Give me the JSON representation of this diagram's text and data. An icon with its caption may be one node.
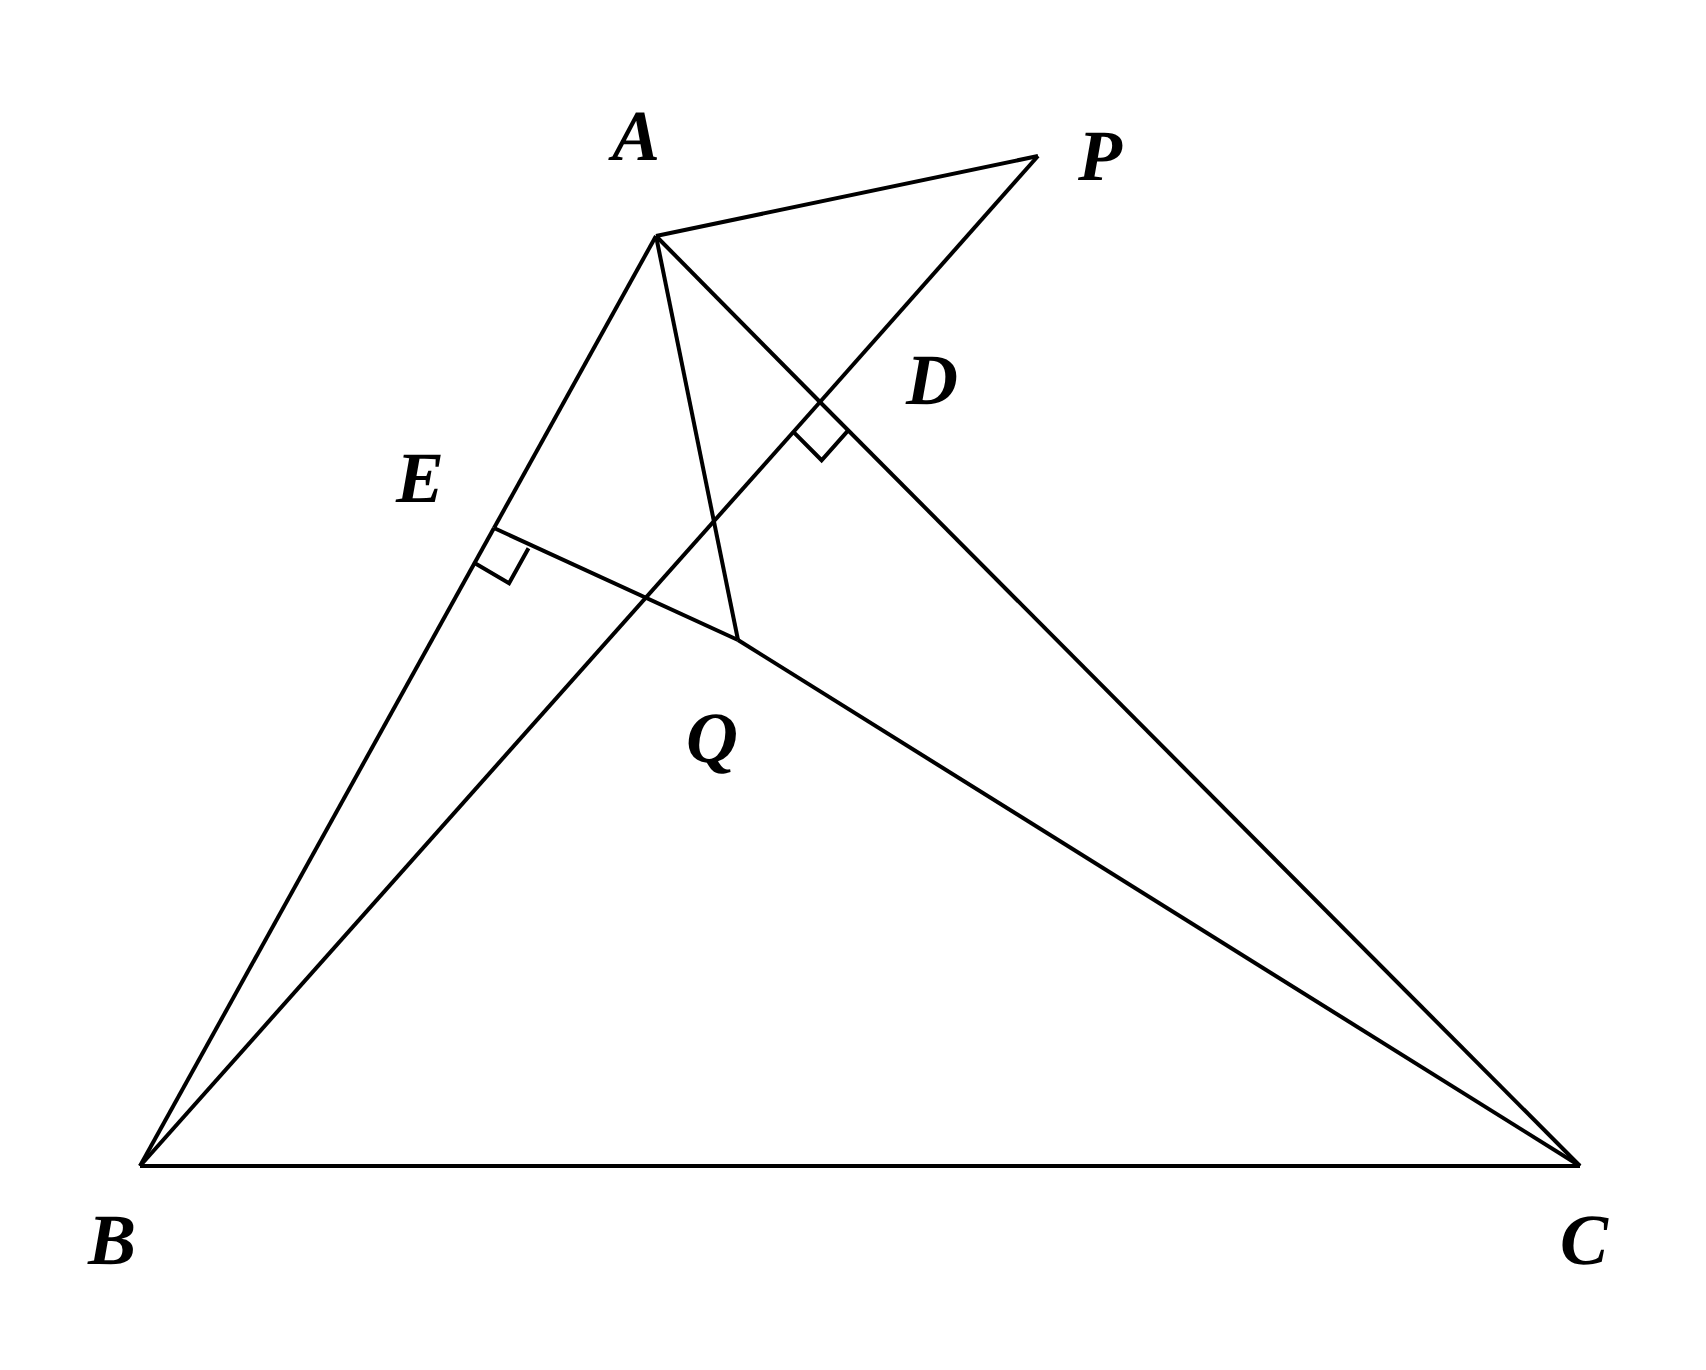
{
  "diagram": {
    "nodes": [
      {
        "text": [
          "A"
        ]
      },
      {
        "text": [
          "P"
        ]
      },
      {
        "text": [
          "D"
        ]
      },
      {
        "text": [
          "E"
        ]
      },
      {
        "text": [
          "Q"
        ]
      },
      {
        "text": [
          "B"
        ]
      },
      {
        "text": [
          "C"
        ]
      }
    ],
    "edges": [
      {
        "from": 0,
        "to": 1,
        "arrow": "none"
      },
      {
        "from": 0,
        "to": 3,
        "arrow": "none"
      },
      {
        "from": 3,
        "to": 5,
        "arrow": "none"
      },
      {
        "from": 0,
        "to": 2,
        "arrow": "none"
      },
      {
        "from": 2,
        "to": 6,
        "arrow": "none"
      },
      {
        "from": 5,
        "to": 2,
        "arrow": "none"
      },
      {
        "from": 2,
        "to": 1,
        "arrow": "none"
      },
      {
        "from": 3,
        "to": 4,
        "arrow": "none"
      },
      {
        "from": 4,
        "to": 6,
        "arrow": "none"
      },
      {
        "from": 0,
        "to": 4,
        "arrow": "none"
      },
      {
        "from": 5,
        "to": 6,
        "arrow": "none"
      }
    ]
  }
}
